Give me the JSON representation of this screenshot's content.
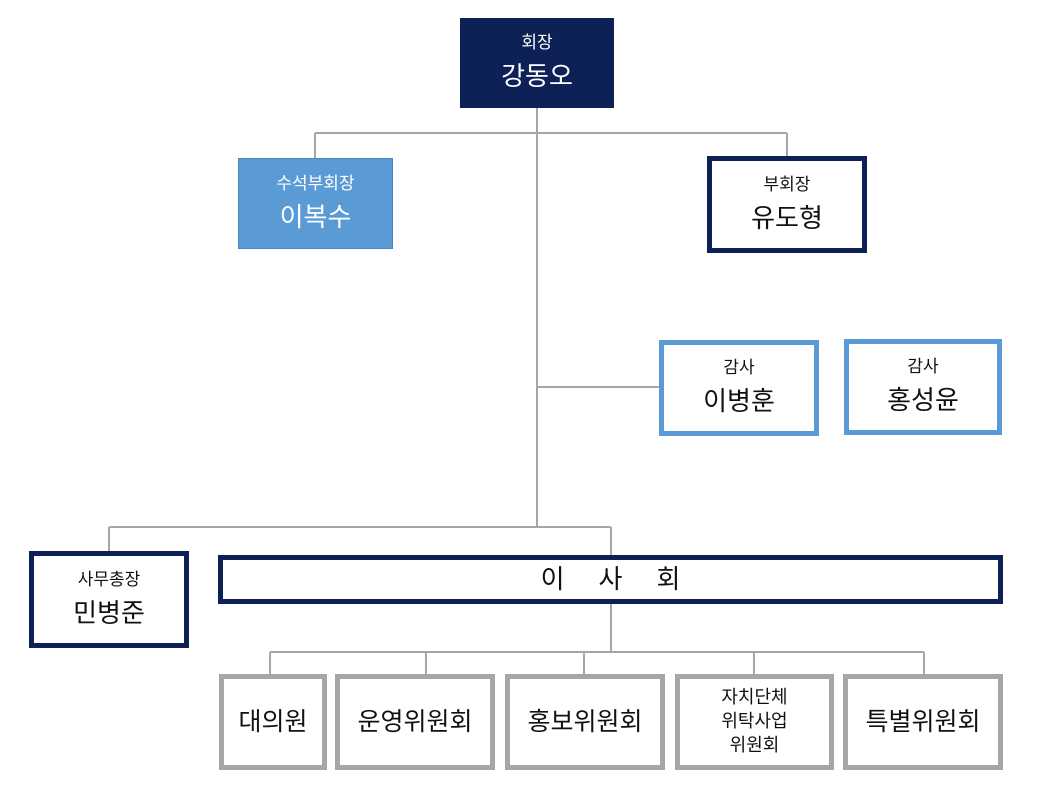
{
  "president": {
    "role": "회장",
    "name": "강동오"
  },
  "senior_vp": {
    "role": "수석부회장",
    "name": "이복수"
  },
  "vp": {
    "role": "부회장",
    "name": "유도형"
  },
  "auditors": [
    {
      "role": "감사",
      "name": "이병훈"
    },
    {
      "role": "감사",
      "name": "홍성윤"
    }
  ],
  "secretary_general": {
    "role": "사무총장",
    "name": "민병준"
  },
  "board": {
    "label": "이사회"
  },
  "committees": [
    {
      "lines": [
        "대의원"
      ]
    },
    {
      "lines": [
        "운영위원회"
      ]
    },
    {
      "lines": [
        "홍보위원회"
      ]
    },
    {
      "lines": [
        "자치단체",
        "위탁사업",
        "위원회"
      ]
    },
    {
      "lines": [
        "특별위원회"
      ]
    }
  ],
  "colors": {
    "navy": "#0e2157",
    "light_blue": "#5b9bd5",
    "gray_border": "#a6a6a6",
    "connector": "#a6a6a6"
  }
}
